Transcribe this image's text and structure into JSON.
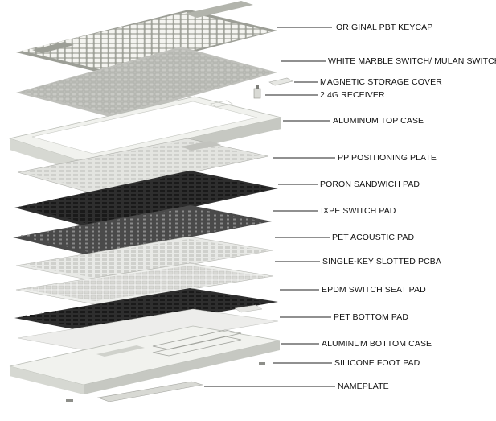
{
  "diagram": {
    "kind": "exploded-view",
    "layers": [
      {
        "id": "keycap",
        "label": "ORIGINAL PBT KEYCAP"
      },
      {
        "id": "switch",
        "label": "WHITE MARBLE SWITCH/ MULAN SWITCH"
      },
      {
        "id": "storage",
        "label": "MAGNETIC STORAGE COVER"
      },
      {
        "id": "receiver",
        "label": "2.4G RECEIVER"
      },
      {
        "id": "top-case",
        "label": "ALUMINUM TOP CASE"
      },
      {
        "id": "plate",
        "label": "PP POSITIONING PLATE"
      },
      {
        "id": "poron",
        "label": "PORON SANDWICH PAD"
      },
      {
        "id": "ixpe",
        "label": "IXPE SWITCH PAD"
      },
      {
        "id": "pet-acoustic",
        "label": "PET ACOUSTIC PAD"
      },
      {
        "id": "pcba",
        "label": "SINGLE-KEY SLOTTED PCBA"
      },
      {
        "id": "epdm",
        "label": "EPDM SWITCH SEAT PAD"
      },
      {
        "id": "pet-bottom",
        "label": "PET BOTTOM PAD"
      },
      {
        "id": "bottom-case",
        "label": "ALUMINUM BOTTOM CASE"
      },
      {
        "id": "foot-pad",
        "label": "SILICONE FOOT PAD"
      },
      {
        "id": "nameplate",
        "label": "NAMEPLATE"
      }
    ]
  },
  "colors": {
    "label_text": "#111111",
    "leader_line": "#222222",
    "case_white": "#f1f2ee",
    "case_edge": "#b9bcb5",
    "pad_dark": "#2e2e2e",
    "pad_mid": "#4a4a4a",
    "pad_light": "#e8e9e6",
    "keycap_grey": "#9c9e96",
    "keycap_white": "#f4f4f0"
  }
}
